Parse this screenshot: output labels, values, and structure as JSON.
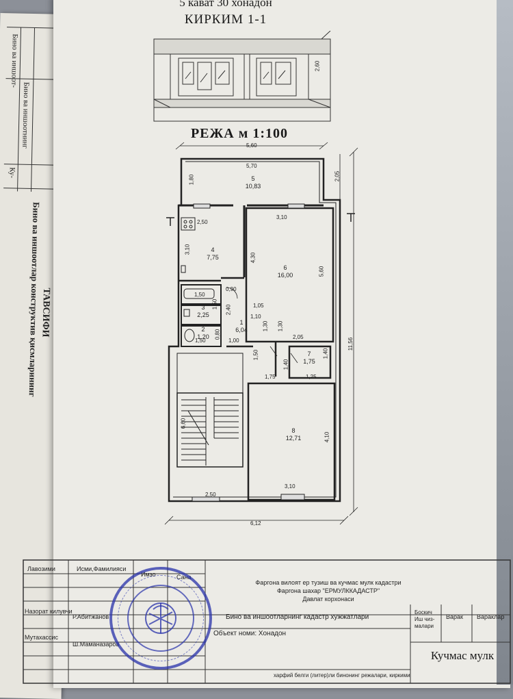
{
  "left_page": {
    "header_1": "Бино ва иншоот-",
    "header_2": "Бино ва иншоотнинг",
    "header_3": "Ку-",
    "vertical_title_1": "Бино ва иншоотлар конструктив қисмларининг",
    "vertical_title_2": "ТАВСИФИ"
  },
  "header": {
    "floor_line": "5 кават 30 хонадон",
    "section_title": "КИРКИМ 1-1",
    "plan_title": "РЕЖА м 1:100"
  },
  "section_dims": {
    "height": "2,60"
  },
  "plan": {
    "overall_width_top": "5,60",
    "overall_width_bottom": "6,12",
    "overall_height": "11,56",
    "dims": {
      "balcony_w": "5,70",
      "balcony_h": "1,80",
      "balcony_side": "2,05",
      "kitchen_w": "2,50",
      "kitchen_h": "3,10",
      "room6_w": "3,10",
      "room6_h_left": "4,30",
      "room6_h_right": "5,60",
      "bath_w": "1,50",
      "bath_h": "1,50",
      "bath_side": "0,90",
      "corr_240": "2,40",
      "d105": "1,05",
      "d110": "1,10",
      "d130": "1,30",
      "d205": "2,05",
      "wc_080": "0,80",
      "wc_150": "1,50",
      "d100": "1,00",
      "d150v": "1,50",
      "d140a": "1,40",
      "d140b": "1,40",
      "d175": "1,75",
      "d125": "1,25",
      "room8_h": "4,10",
      "room8_w": "3,10",
      "stair_h": "6,60",
      "stair_w": "2,50"
    },
    "rooms": [
      {
        "num": "5",
        "area": "10,83"
      },
      {
        "num": "4",
        "area": "7,75"
      },
      {
        "num": "6",
        "area": "16,00"
      },
      {
        "num": "3",
        "area": "2,25"
      },
      {
        "num": "2",
        "area": "1,20"
      },
      {
        "num": "1",
        "area": "6,04"
      },
      {
        "num": "7",
        "area": "1,75"
      },
      {
        "num": "8",
        "area": "12,71"
      }
    ]
  },
  "title_block": {
    "col_position": "Лавозими",
    "col_name": "Исми,Фамилияси",
    "col_sign": "Имзо",
    "col_date": "Сана",
    "org_line1": "Фаргона вилоят ер тузиш ва кучмас мулк кадастри",
    "org_line2": "Фаргона шахар \"ЕРМУЛККАДАСТР\"",
    "org_line3": "Давлат корхонаси",
    "role1": "Назорат килувчи",
    "name1": "Р.Абитжанов",
    "role2": "Мутахассис",
    "name2": "Ш.Маманазаров",
    "doc_title": "Бино ва иншоотларнинг кадастр хужжатлари",
    "object_name": "Объект номи: Хонадон",
    "stage_label": "Боскич",
    "stage_label2": "Иш чиз-",
    "stage_label3": "малари",
    "sheet_label": "Варак",
    "sheets_label": "Вараклар",
    "big_label": "Кучмас мулк",
    "footer": "харфий белги (литер)ли бинонинг режалари, киркими"
  }
}
